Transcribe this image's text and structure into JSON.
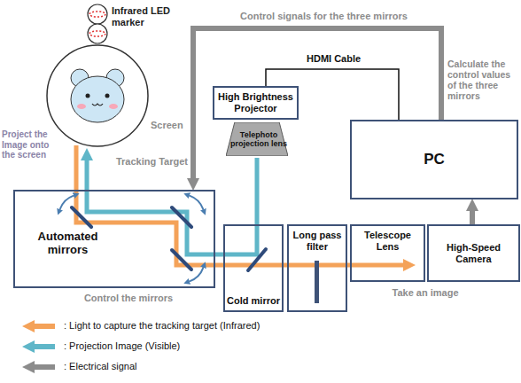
{
  "diagram": {
    "nodes": [
      {
        "text": [
          "Screen"
        ]
      },
      {
        "text": [
          "High Brightness Projector"
        ]
      },
      {
        "text": [
          "Telephoto projection lens"
        ]
      },
      {
        "text": [
          "PC"
        ]
      },
      {
        "text": [
          "Automated mirrors"
        ]
      },
      {
        "text": [
          "Cold mirror"
        ]
      },
      {
        "text": [
          "Long pass filter"
        ]
      },
      {
        "text": [
          "Telescope Lens"
        ]
      },
      {
        "text": [
          "High-Speed Camera"
        ]
      }
    ],
    "edges": [
      {
        "from": 3,
        "to": 4,
        "arrow": "to",
        "label": "Control signals for the three mirrors"
      },
      {
        "from": 3,
        "to": 1,
        "arrow": "none",
        "label": "HDMI Cable"
      },
      {
        "from": 8,
        "to": 3,
        "arrow": "to"
      }
    ],
    "labels": [
      "Infrared LED marker",
      "Tracking Target",
      "Project the Image onto the screen",
      "Calculate the control values of the three mirrors",
      "Control the mirrors",
      "Take an image"
    ],
    "legend": [
      {
        "text": ": Light to capture the tracking target (Infrared)"
      },
      {
        "text": ": Projection Image (Visible)"
      },
      {
        "text": ": Electrical signal"
      }
    ]
  }
}
